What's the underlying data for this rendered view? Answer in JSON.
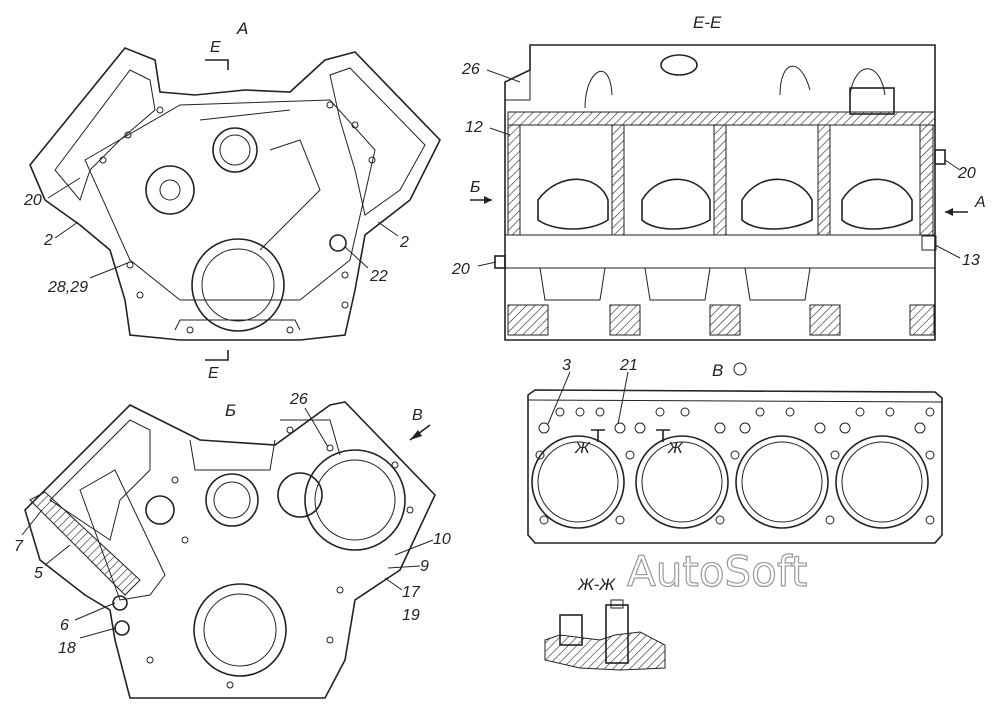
{
  "views": {
    "front": {
      "title": "А",
      "section_top": "Е",
      "section_bottom": "Е"
    },
    "rear": {
      "title": "Б"
    },
    "section": {
      "title": "Е-Е",
      "arrow_left": "Б",
      "arrow_right": "А"
    },
    "gasket": {
      "title": "В"
    },
    "detail": {
      "title": "Ж-Ж",
      "mark_left": "Ж",
      "mark_right": "Ж"
    }
  },
  "callouts": {
    "front": [
      "20",
      "2",
      "28,29",
      "22",
      "2"
    ],
    "rear": [
      "26",
      "В",
      "7",
      "5",
      "6",
      "18",
      "10",
      "9",
      "17",
      "19"
    ],
    "section": [
      "26",
      "12",
      "20",
      "20",
      "13"
    ],
    "gasket": [
      "3",
      "21"
    ]
  },
  "watermark": "AutoSoft"
}
